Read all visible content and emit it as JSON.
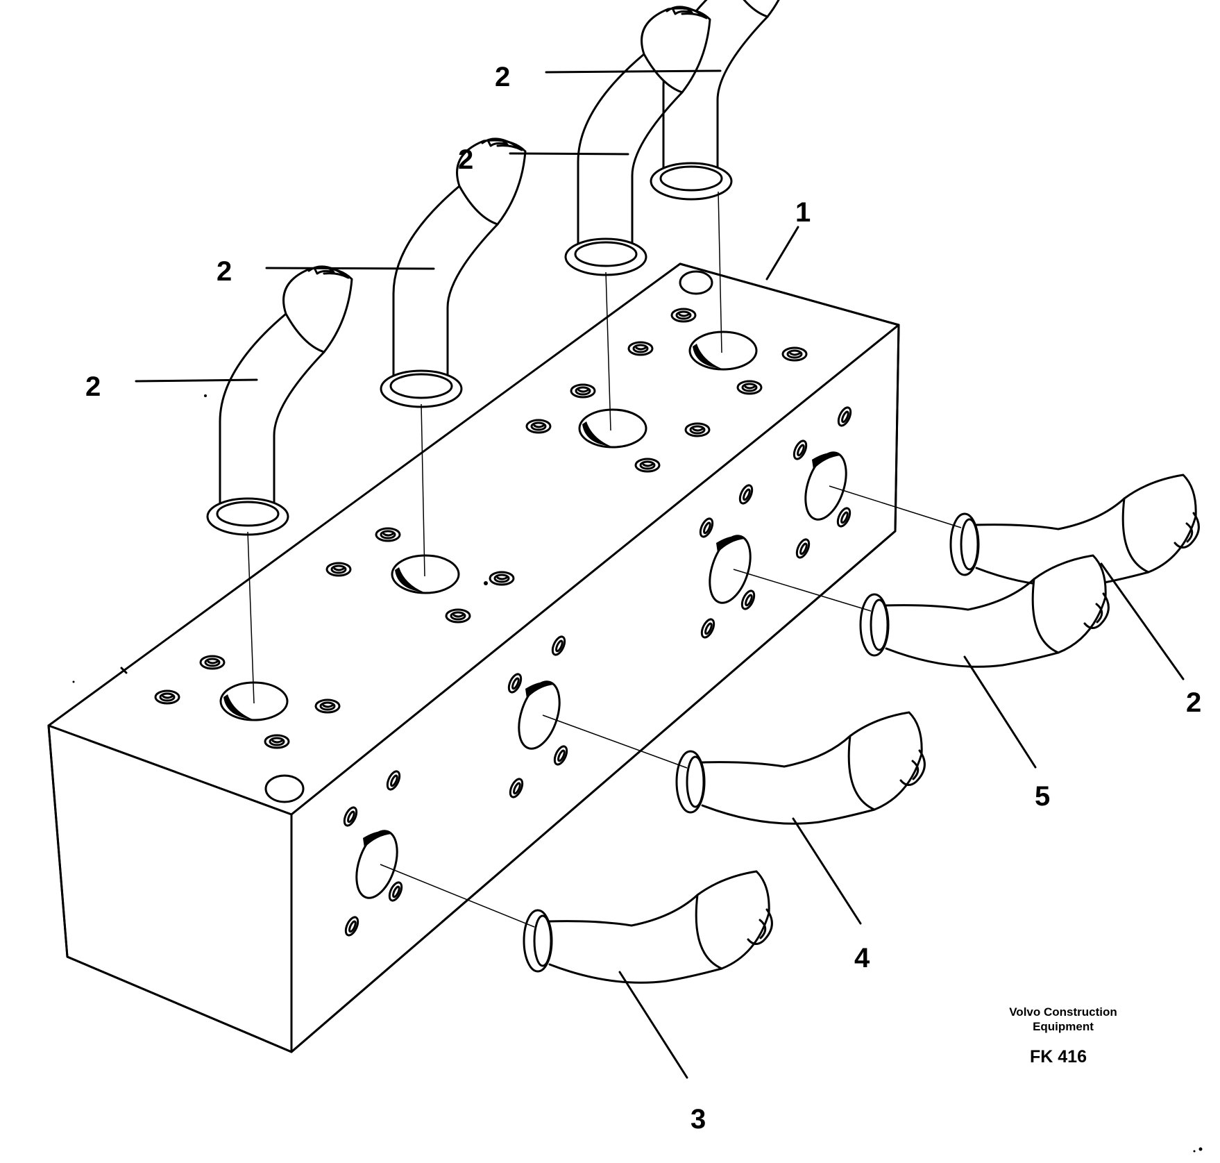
{
  "callouts": {
    "c1": "1",
    "c2a": "2",
    "c2b": "2",
    "c2c": "2",
    "c2d": "2",
    "c2e": "2",
    "c3": "3",
    "c4": "4",
    "c5": "5"
  },
  "caption": {
    "brand_line1": "Volvo Construction",
    "brand_line2": "Equipment",
    "code": "FK 416"
  }
}
